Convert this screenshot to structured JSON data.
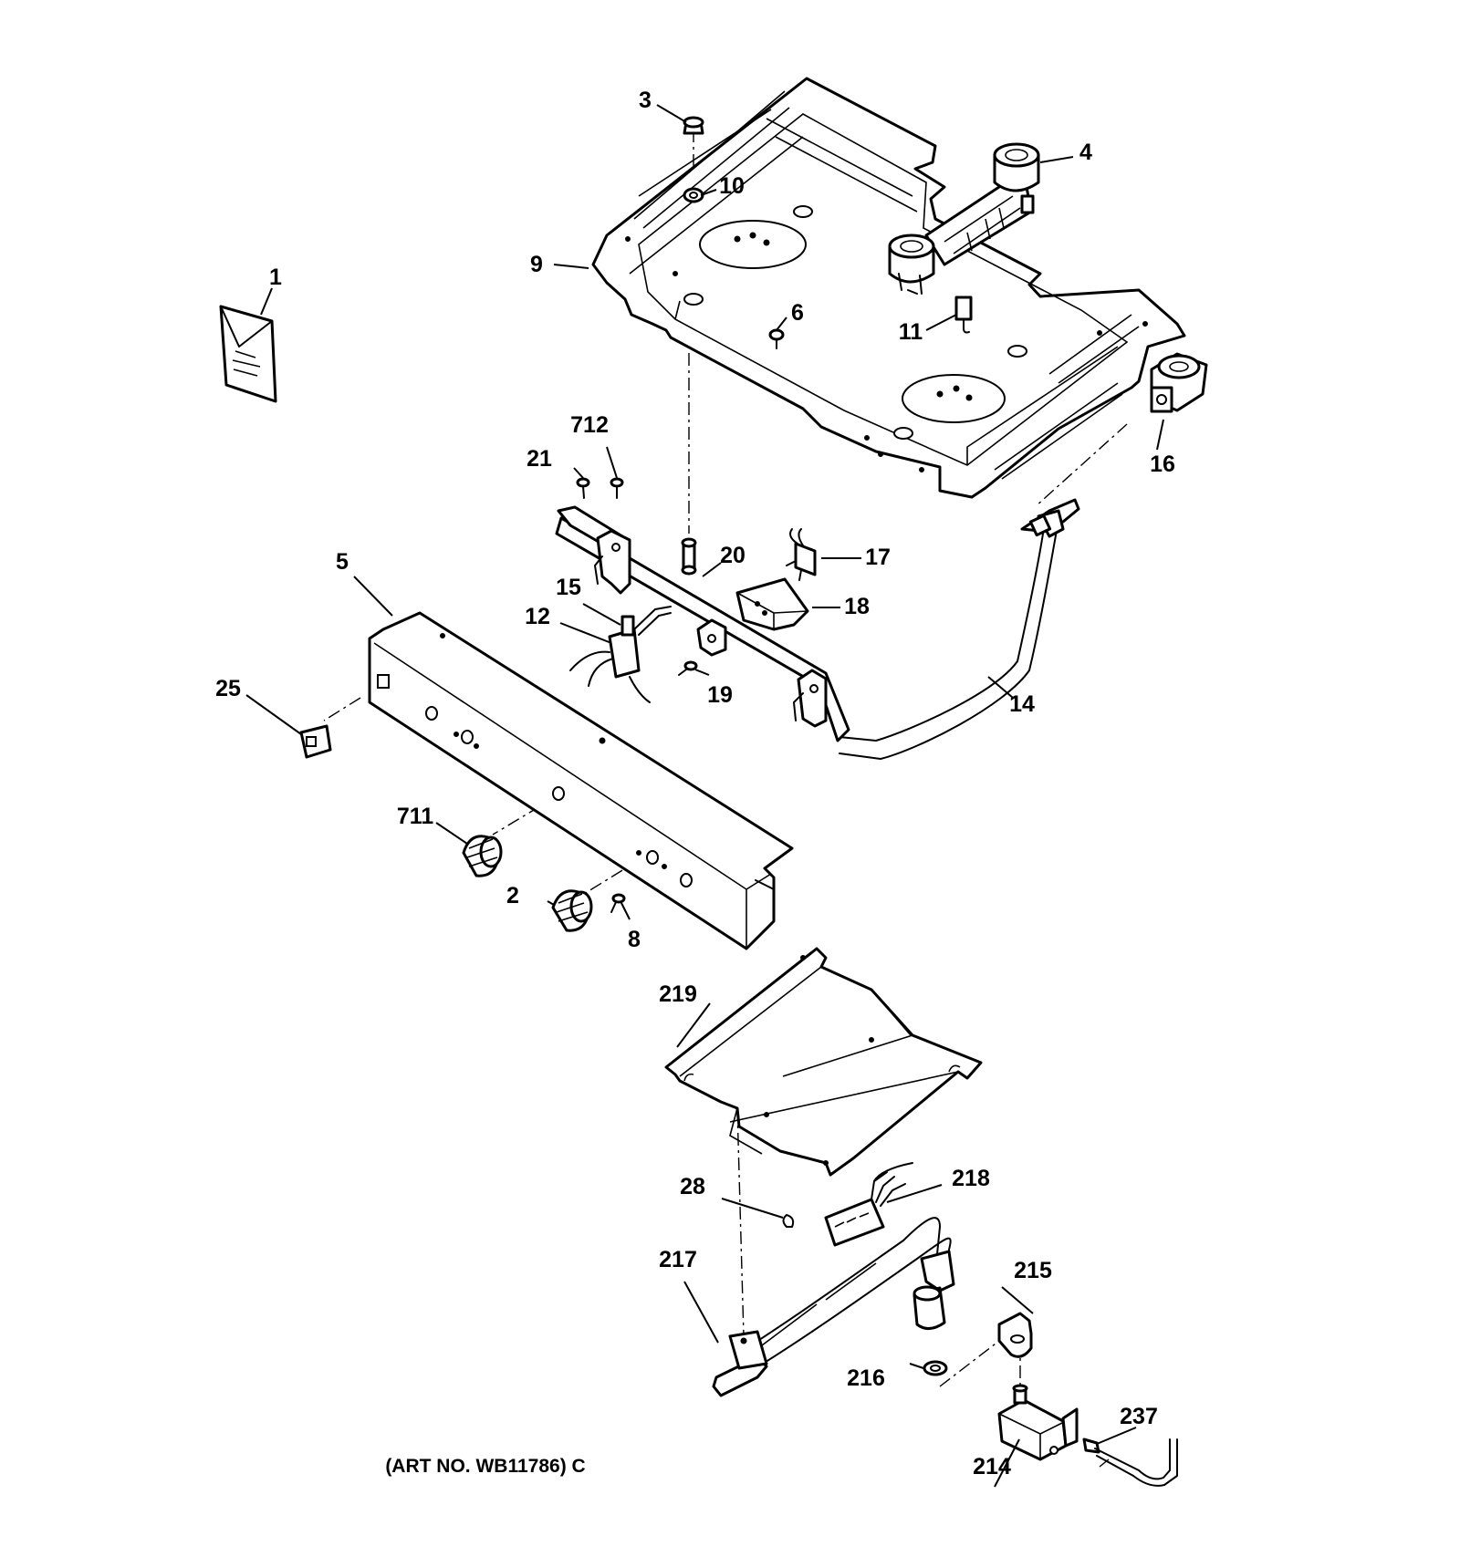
{
  "diagram": {
    "caption": "(ART NO. WB11786) C",
    "callouts": [
      "1",
      "2",
      "3",
      "4",
      "5",
      "6",
      "8",
      "9",
      "10",
      "11",
      "12",
      "14",
      "15",
      "16",
      "17",
      "18",
      "19",
      "20",
      "21",
      "25",
      "28",
      "214",
      "215",
      "216",
      "217",
      "218",
      "219",
      "237",
      "711",
      "712"
    ]
  }
}
